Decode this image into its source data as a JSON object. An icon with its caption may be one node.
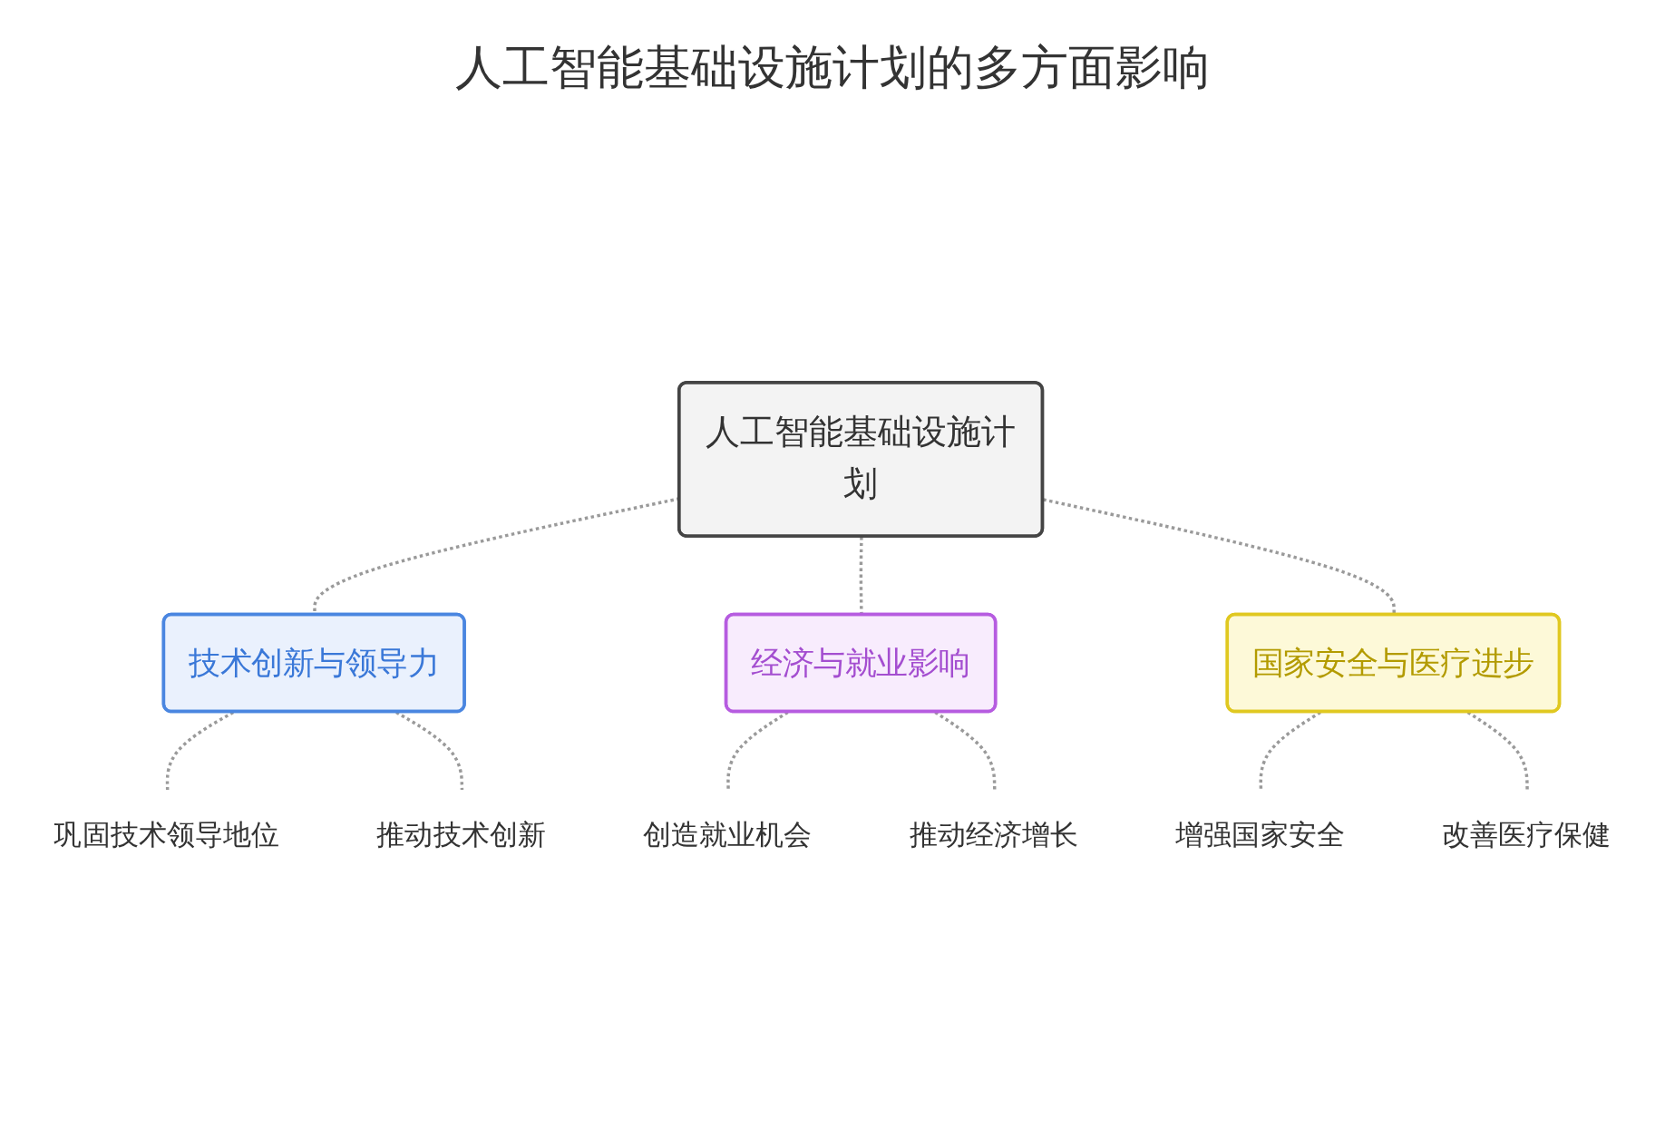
{
  "diagram": {
    "title": "人工智能基础设施计划的多方面影响",
    "nodes": [
      {
        "text": [
          "人工智能基础设施计划"
        ]
      },
      {
        "text": [
          "技术创新与领导力"
        ]
      },
      {
        "text": [
          "巩固技术领导地位"
        ]
      },
      {
        "text": [
          "推动技术创新"
        ]
      },
      {
        "text": [
          "经济与就业影响"
        ]
      },
      {
        "text": [
          "创造就业机会"
        ]
      },
      {
        "text": [
          "推动经济增长"
        ]
      },
      {
        "text": [
          "国家安全与医疗进步"
        ]
      },
      {
        "text": [
          "增强国家安全"
        ]
      },
      {
        "text": [
          "改善医疗保健"
        ]
      }
    ],
    "edges": [
      {
        "from": 0,
        "to": 1,
        "arrow": "none",
        "style": "dashed"
      },
      {
        "from": 0,
        "to": 4,
        "arrow": "none",
        "style": "dashed"
      },
      {
        "from": 0,
        "to": 7,
        "arrow": "none",
        "style": "dashed"
      },
      {
        "from": 1,
        "to": 2,
        "arrow": "none",
        "style": "dashed"
      },
      {
        "from": 1,
        "to": 3,
        "arrow": "none",
        "style": "dashed"
      },
      {
        "from": 4,
        "to": 5,
        "arrow": "none",
        "style": "dashed"
      },
      {
        "from": 4,
        "to": 6,
        "arrow": "none",
        "style": "dashed"
      },
      {
        "from": 7,
        "to": 8,
        "arrow": "none",
        "style": "dashed"
      },
      {
        "from": 7,
        "to": 9,
        "arrow": "none",
        "style": "dashed"
      }
    ]
  }
}
